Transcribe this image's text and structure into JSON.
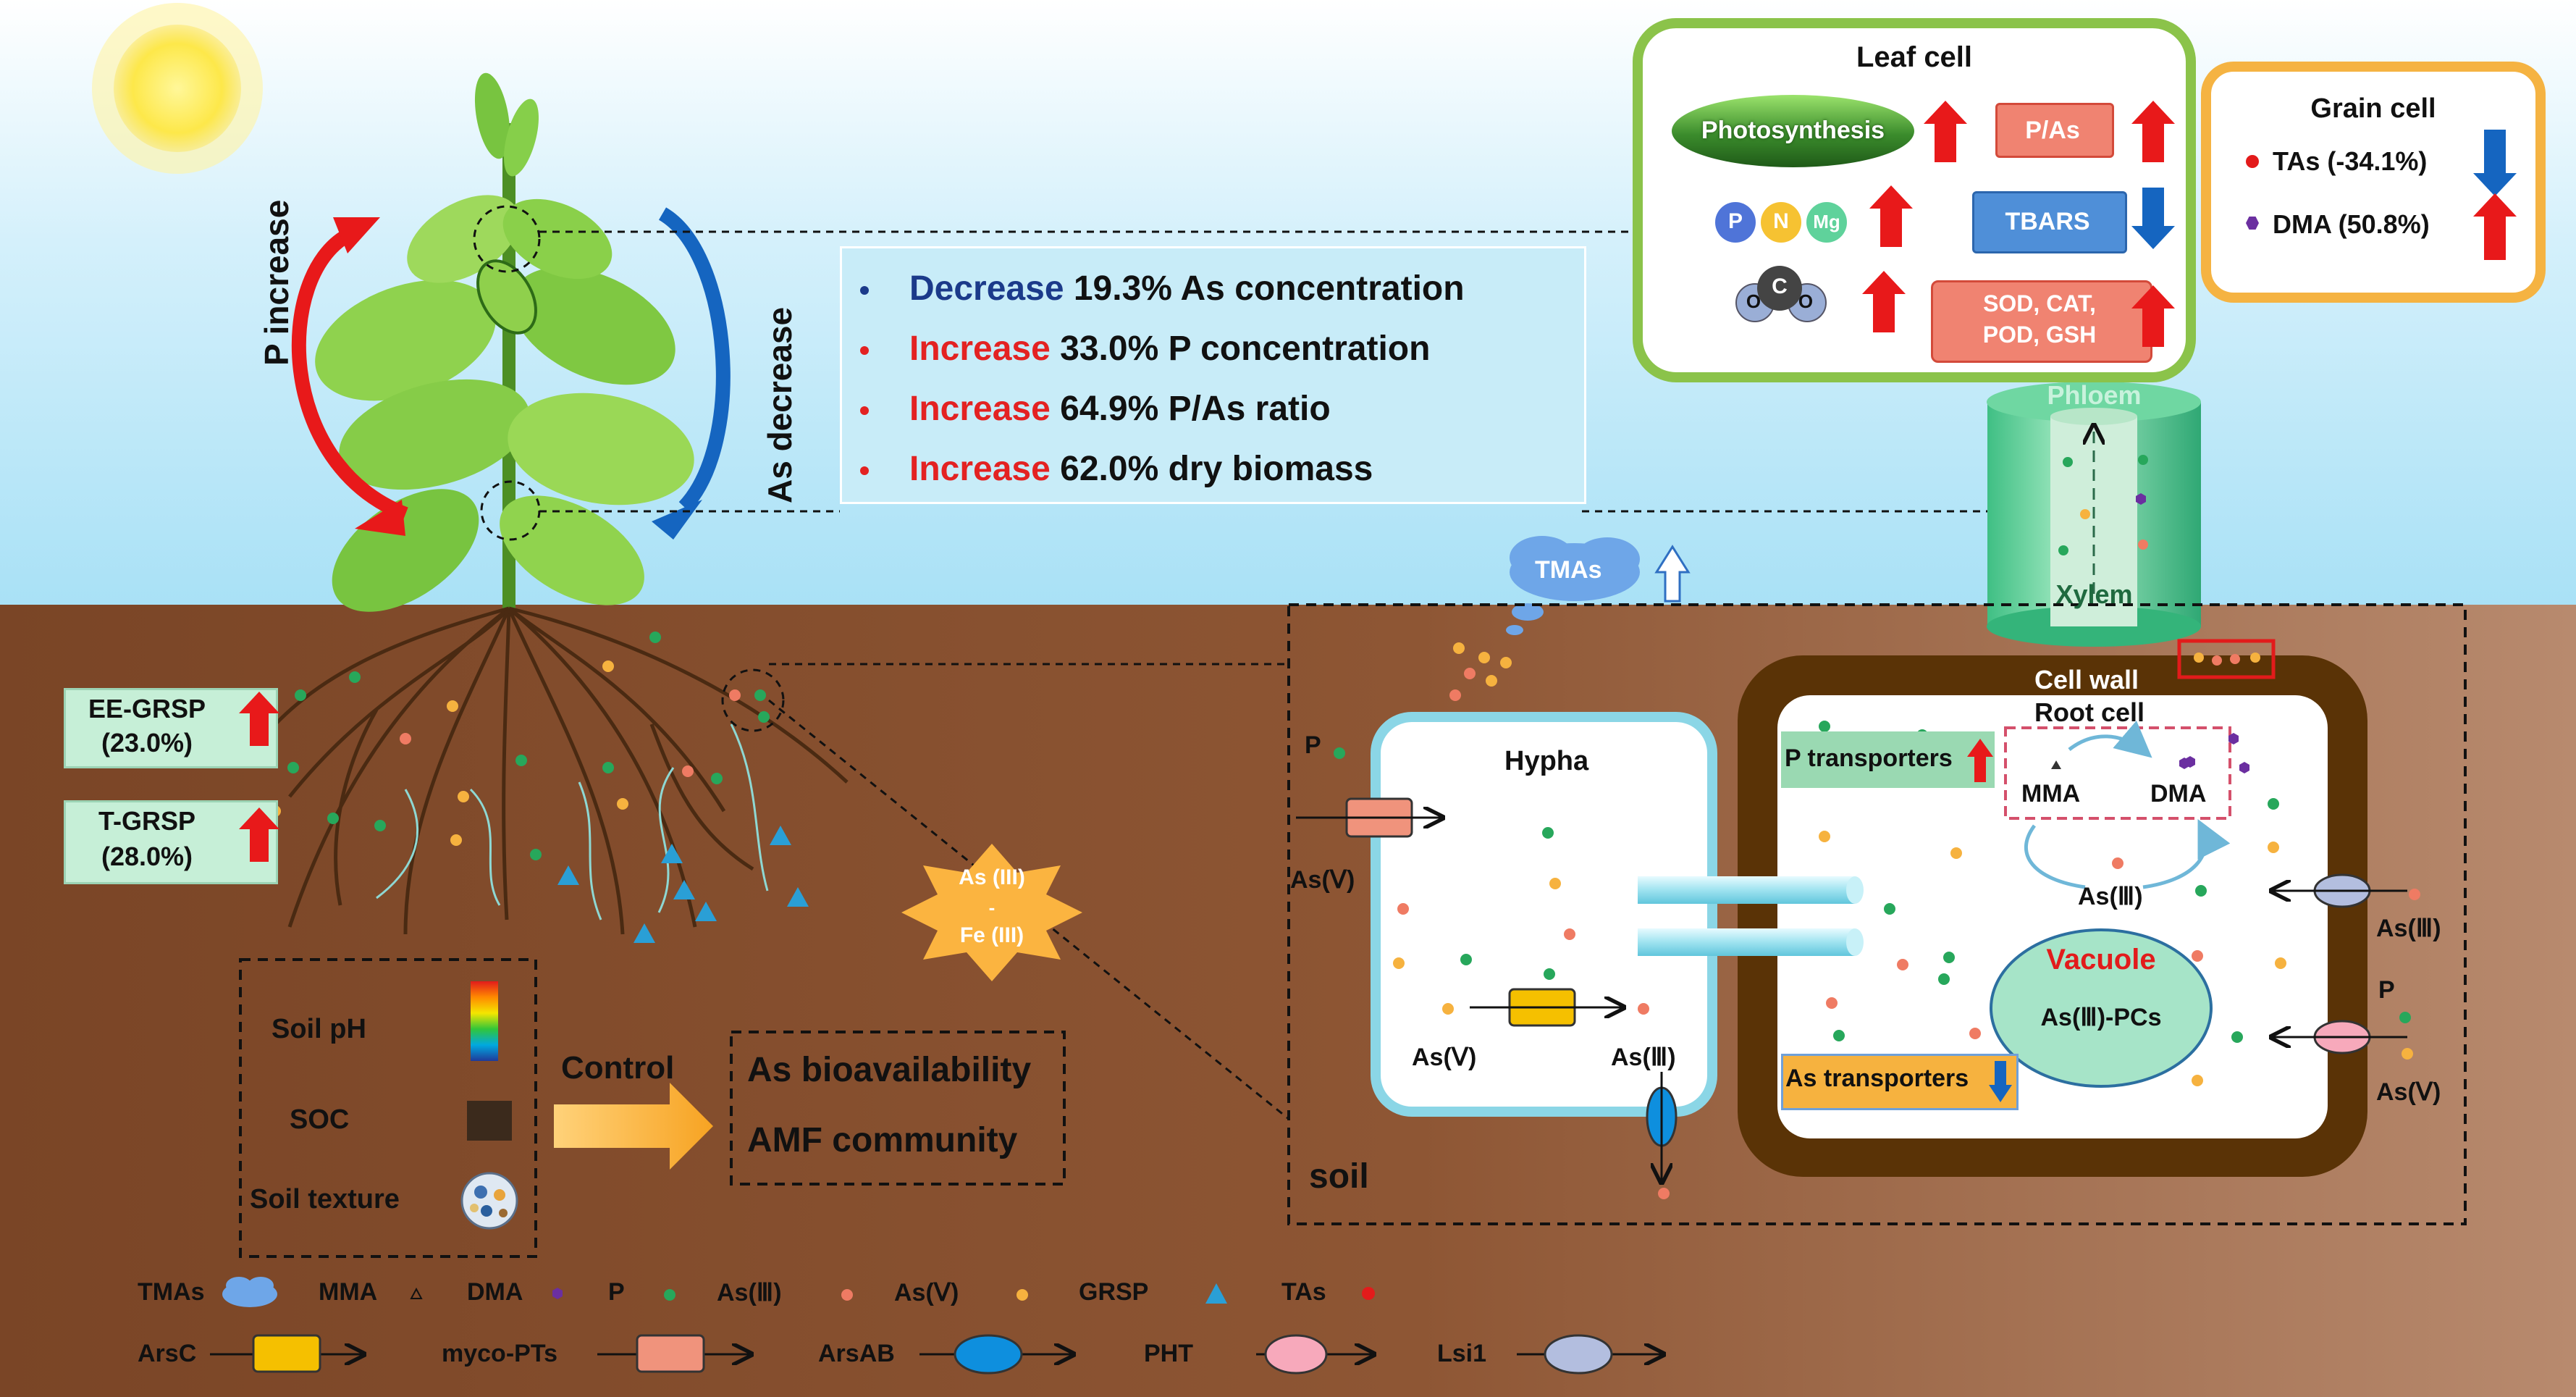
{
  "plant": {
    "p_increase": "P increase",
    "as_decrease": "As decrease"
  },
  "summary": {
    "rows": [
      {
        "verb": "Decrease",
        "rest": " 19.3% As concentration",
        "bullet_color": "#1b3a8a",
        "verb_color": "#1b3a8a"
      },
      {
        "verb": "Increase",
        "rest": " 33.0% P concentration",
        "bullet_color": "#e32222",
        "verb_color": "#e32222"
      },
      {
        "verb": "Increase",
        "rest": " 64.9% P/As ratio",
        "bullet_color": "#e32222",
        "verb_color": "#e32222"
      },
      {
        "verb": "Increase",
        "rest": " 62.0% dry biomass",
        "bullet_color": "#e32222",
        "verb_color": "#e32222"
      }
    ]
  },
  "leaf_cell": {
    "title": "Leaf  cell",
    "photosynthesis": "Photosynthesis",
    "p_as": "P/As",
    "tbars": "TBARS",
    "enzymes_line1": "SOD, CAT,",
    "enzymes_line2": "POD, GSH",
    "nutrients": [
      "P",
      "N",
      "Mg"
    ],
    "co2": {
      "c": "C",
      "o": "O"
    }
  },
  "grain_cell": {
    "title": "Grain cell",
    "tas": "TAs (-34.1%)",
    "dma": "DMA (50.8%)"
  },
  "vessel": {
    "phloem": "Phloem",
    "xylem": "Xylem"
  },
  "grsp": {
    "ee_line1": "EE-GRSP",
    "ee_line2": "(23.0%)",
    "t_line1": "T-GRSP",
    "t_line2": "(28.0%)"
  },
  "star": {
    "line1": "As (III)",
    "line2": "-",
    "line3": "Fe (III)"
  },
  "soil_factors": {
    "ph": "Soil pH",
    "soc": "SOC",
    "texture": "Soil texture",
    "control": "Control"
  },
  "outcomes": {
    "bio": "As bioavailability",
    "amf": "AMF community"
  },
  "mech": {
    "tmas": "TMAs",
    "p": "P",
    "as5": "As(Ⅴ)",
    "as3": "As(Ⅲ)",
    "hypha": "Hypha",
    "cell_wall": "Cell wall",
    "root_cell": "Root cell",
    "p_transporters": "P transporters",
    "mma": "MMA",
    "dma": "DMA",
    "vacuole": "Vacuole",
    "as_pcs": "As(Ⅲ)-PCs",
    "as_transporters": "As transporters",
    "soil": "soil"
  },
  "legend": {
    "row1": [
      "TMAs",
      "MMA",
      "DMA",
      "P",
      "As(Ⅲ)",
      "As(Ⅴ)",
      "GRSP",
      "TAs"
    ],
    "row2": [
      "ArsC",
      "myco-PTs",
      "ArsAB",
      "PHT",
      "Lsi1"
    ]
  },
  "colors": {
    "sky": "#a9e1f6",
    "soil": "#8e5634",
    "leaf_border": "#8bc34a",
    "grain_border": "#f5b342",
    "red_arrow": "#e8191a",
    "blue_arrow": "#1565c0",
    "p_dot": "#27a75b",
    "as3_dot": "#ef7b63",
    "as5_dot": "#f6b23f",
    "dma_dot": "#6b2fa0",
    "grsp": "#2a9fd6",
    "tas_dot": "#e31b1b"
  }
}
